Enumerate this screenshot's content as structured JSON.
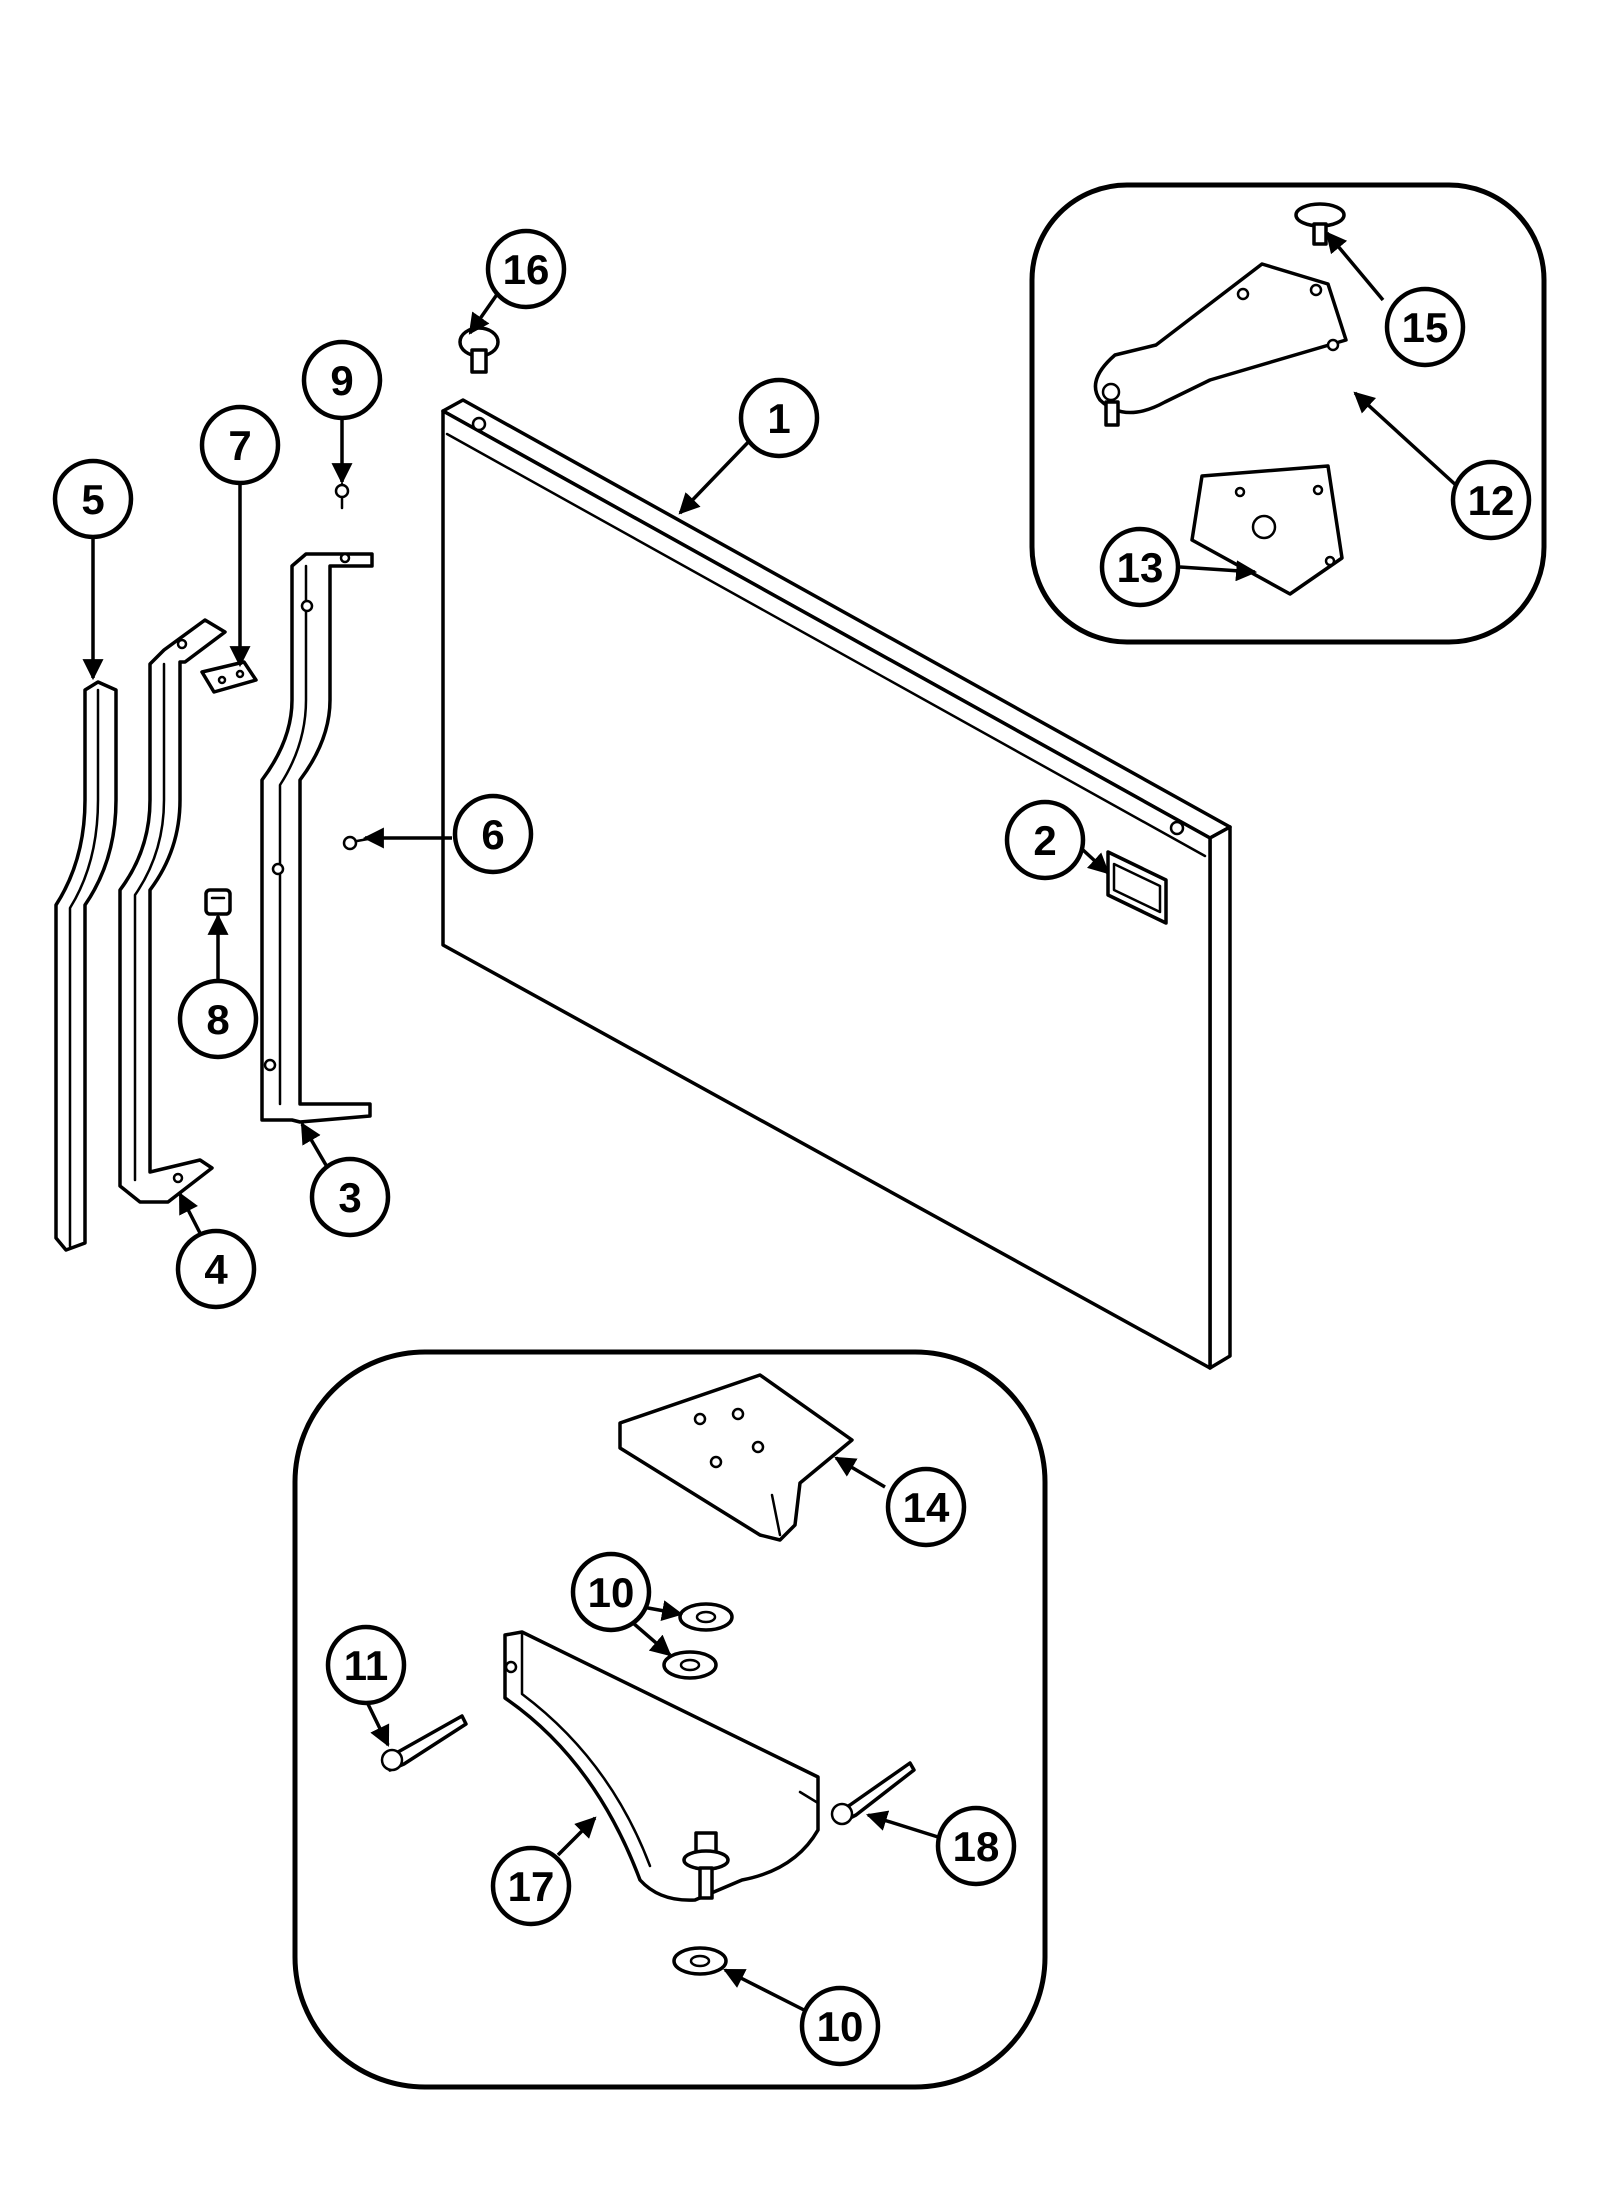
{
  "callouts": [
    {
      "id": "1",
      "label": "1"
    },
    {
      "id": "2",
      "label": "2"
    },
    {
      "id": "3",
      "label": "3"
    },
    {
      "id": "4",
      "label": "4"
    },
    {
      "id": "5",
      "label": "5"
    },
    {
      "id": "6",
      "label": "6"
    },
    {
      "id": "7",
      "label": "7"
    },
    {
      "id": "8",
      "label": "8"
    },
    {
      "id": "9",
      "label": "9"
    },
    {
      "id": "10a",
      "label": "10"
    },
    {
      "id": "10b",
      "label": "10"
    },
    {
      "id": "11",
      "label": "11"
    },
    {
      "id": "12",
      "label": "12"
    },
    {
      "id": "13",
      "label": "13"
    },
    {
      "id": "14",
      "label": "14"
    },
    {
      "id": "15",
      "label": "15"
    },
    {
      "id": "16",
      "label": "16"
    },
    {
      "id": "17",
      "label": "17"
    },
    {
      "id": "18",
      "label": "18"
    }
  ]
}
